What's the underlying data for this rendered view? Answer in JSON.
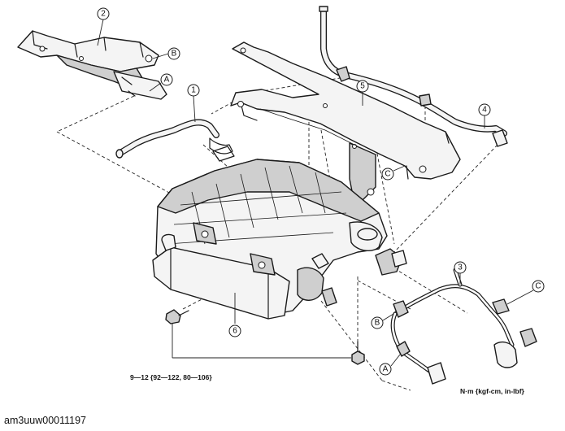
{
  "callouts": {
    "part_1": "1",
    "part_2": "2",
    "part_3": "3",
    "part_4": "4",
    "part_5": "5",
    "part_6": "6",
    "ref_a_upper": "A",
    "ref_a_lower": "A",
    "ref_b_upper": "B",
    "ref_b_lower": "B",
    "ref_c_bracket": "C",
    "ref_c_harness": "C"
  },
  "torque_spec": "9—12 {92—122, 80—106}",
  "unit_legend": "N·m {kgf-cm, in-lbf}",
  "figure_id": "am3uuw00011197",
  "colors": {
    "line": "#1a1a1a",
    "part_fill": "#f4f4f4",
    "shade": "#cfcfcf",
    "background": "#ffffff"
  },
  "icons": [
    "bolt-icon",
    "clip-icon",
    "connector-icon",
    "hose-icon"
  ]
}
